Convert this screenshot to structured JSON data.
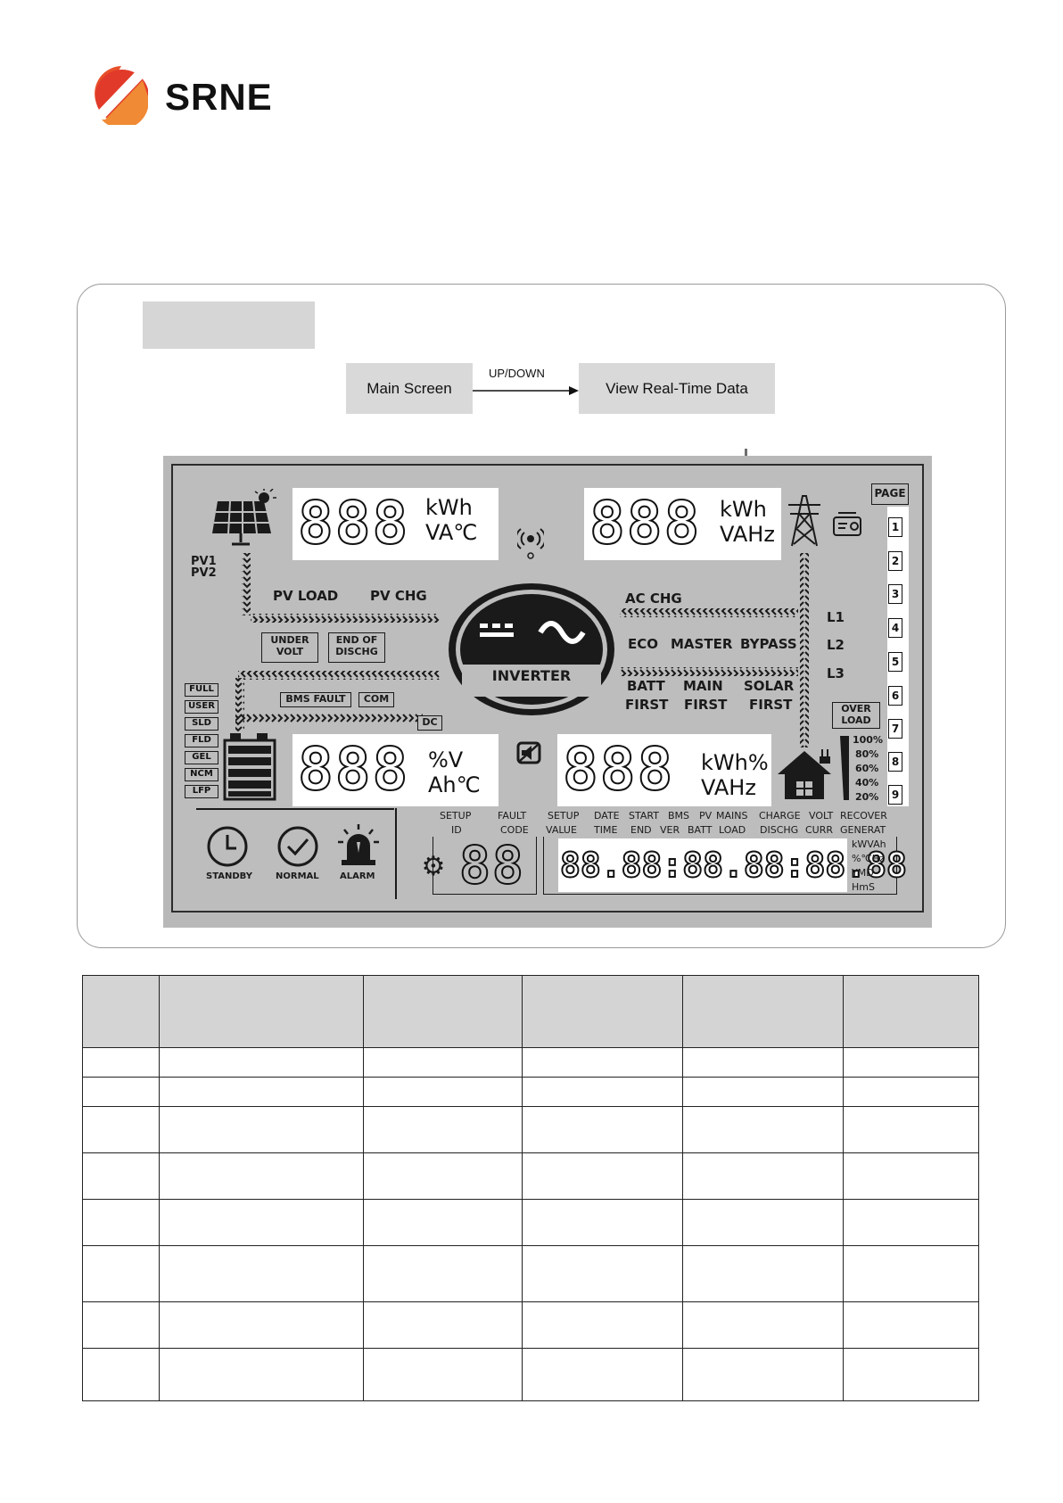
{
  "brand": {
    "name": "SRNE",
    "accent": "#e8502a"
  },
  "flow": {
    "from": "Main Screen",
    "arrow_label": "UP/DOWN",
    "to": "View Real-Time Data"
  },
  "lcd": {
    "pv_labels": [
      "PV1",
      "PV2"
    ],
    "pv_load": "PV LOAD",
    "pv_chg": "PV CHG",
    "ac_chg": "AC CHG",
    "under_volt": [
      "UNDER",
      "VOLT"
    ],
    "end_of_dischg": [
      "END OF",
      "DISCHG"
    ],
    "bms_fault": "BMS FAULT",
    "com": "COM",
    "dc": "DC",
    "inverter": "INVERTER",
    "modes": [
      "ECO",
      "MASTER",
      "BYPASS"
    ],
    "lines": [
      "L1",
      "L2",
      "L3"
    ],
    "priority": [
      {
        "top": "BATT",
        "bottom": "FIRST"
      },
      {
        "top": "MAIN",
        "bottom": "FIRST"
      },
      {
        "top": "SOLAR",
        "bottom": "FIRST"
      }
    ],
    "over_load": [
      "OVER",
      "LOAD"
    ],
    "load_levels": [
      "100%",
      "80%",
      "60%",
      "40%",
      "20%"
    ],
    "page_label": "PAGE",
    "pages": [
      "1",
      "2",
      "3",
      "4",
      "5",
      "6",
      "7",
      "8",
      "9"
    ],
    "battery_types": [
      "FULL",
      "USER",
      "SLD",
      "FLD",
      "GEL",
      "NCM",
      "LFP"
    ],
    "digits": "888",
    "pv_units": [
      "kWh",
      "VA℃"
    ],
    "grid_units": [
      "kWh",
      "VAHz"
    ],
    "battery_units": [
      "%V",
      "Ah℃"
    ],
    "load_units": [
      "kWh%",
      "VAHz"
    ],
    "status": [
      "STANDBY",
      "NORMAL",
      "ALARM"
    ],
    "bottom_headers": [
      {
        "top": "SETUP",
        "bottom": "ID"
      },
      {
        "top": "FAULT",
        "bottom": "CODE"
      },
      {
        "top": "SETUP",
        "bottom": "VALUE"
      },
      {
        "top": "DATE",
        "bottom": "TIME"
      },
      {
        "top": "START",
        "bottom": "END"
      },
      {
        "top": "BMS",
        "bottom": "VER"
      },
      {
        "top": "PV",
        "bottom": "BATT"
      },
      {
        "top": "MAINS",
        "bottom": "LOAD"
      },
      {
        "top": "CHARGE",
        "bottom": "DISCHG"
      },
      {
        "top": "VOLT",
        "bottom": "CURR"
      },
      {
        "top": "RECOVER",
        "bottom": "GENERAT"
      }
    ],
    "bottom_units": [
      "kWVAh",
      "%℃Hz",
      "YMD",
      "HmS"
    ],
    "id_digits": "88",
    "long_digits": "88.88:88.88:88.88"
  }
}
